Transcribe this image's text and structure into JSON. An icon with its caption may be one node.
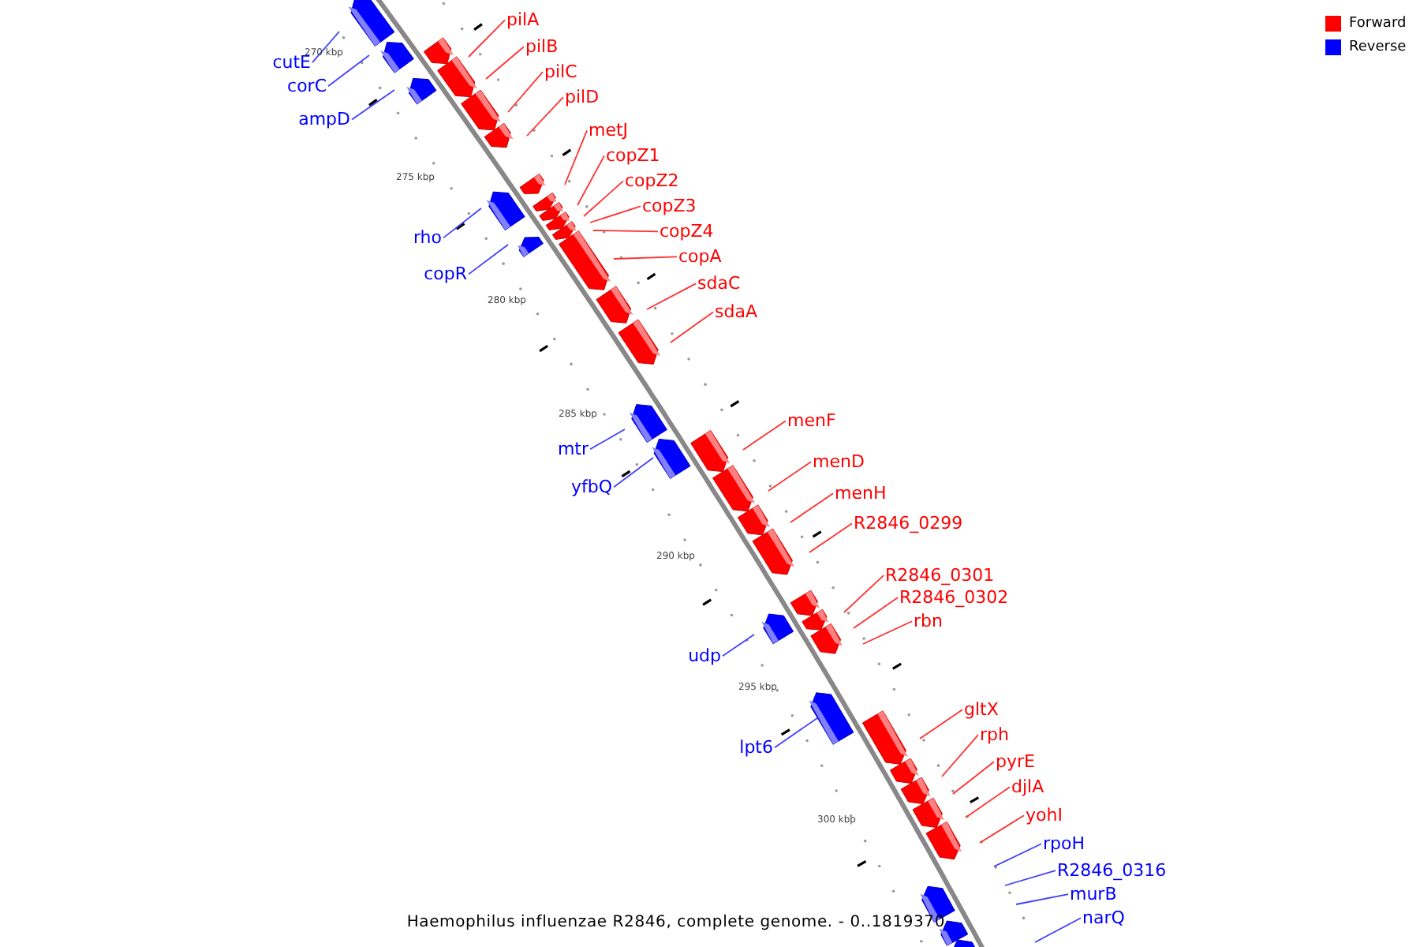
{
  "diagram": {
    "caption": "Haemophilus influenzae R2846, complete genome. - 0..1819370",
    "nodes": [
      {
        "text": [
          "pilA"
        ]
      },
      {
        "text": [
          "pilB"
        ]
      },
      {
        "text": [
          "cutE"
        ]
      },
      {
        "text": [
          "pilC"
        ]
      },
      {
        "text": [
          "corC"
        ]
      },
      {
        "text": [
          "pilD"
        ]
      },
      {
        "text": [
          "ampD"
        ]
      },
      {
        "text": [
          "metJ"
        ]
      },
      {
        "text": [
          "copZ1"
        ]
      },
      {
        "text": [
          "copZ2"
        ]
      },
      {
        "text": [
          "copZ3"
        ]
      },
      {
        "text": [
          "copZ4"
        ]
      },
      {
        "text": [
          "rho"
        ]
      },
      {
        "text": [
          "copA"
        ]
      },
      {
        "text": [
          "copR"
        ]
      },
      {
        "text": [
          "sdaC"
        ]
      },
      {
        "text": [
          "sdaA"
        ]
      },
      {
        "text": [
          "menF"
        ]
      },
      {
        "text": [
          "mtr"
        ]
      },
      {
        "text": [
          "menD"
        ]
      },
      {
        "text": [
          "yfbQ"
        ]
      },
      {
        "text": [
          "menH"
        ]
      },
      {
        "text": [
          "R2846_0299"
        ]
      },
      {
        "text": [
          "R2846_0301"
        ]
      },
      {
        "text": [
          "R2846_0302"
        ]
      },
      {
        "text": [
          "rbn"
        ]
      },
      {
        "text": [
          "udp"
        ]
      },
      {
        "text": [
          "gltX"
        ]
      },
      {
        "text": [
          "rph"
        ]
      },
      {
        "text": [
          "lpt6"
        ]
      },
      {
        "text": [
          "pyrE"
        ]
      },
      {
        "text": [
          "djlA"
        ]
      },
      {
        "text": [
          "yohI"
        ]
      },
      {
        "text": [
          "rpoH"
        ]
      },
      {
        "text": [
          "R2846_0316"
        ]
      },
      {
        "text": [
          "murB"
        ]
      },
      {
        "text": [
          "narQ"
        ]
      }
    ],
    "edges": [
      {
        "from": 0,
        "to": null,
        "arrow": "none"
      },
      {
        "from": 1,
        "to": null,
        "arrow": "none"
      },
      {
        "from": 2,
        "to": null,
        "arrow": "none",
        "color": "#4040ff"
      },
      {
        "from": 3,
        "to": null,
        "arrow": "none"
      },
      {
        "from": 4,
        "to": null,
        "arrow": "none",
        "color": "#4040ff"
      },
      {
        "from": 5,
        "to": null,
        "arrow": "none"
      },
      {
        "from": 6,
        "to": null,
        "arrow": "none",
        "color": "#4040ff"
      },
      {
        "from": 7,
        "to": null,
        "arrow": "none"
      },
      {
        "from": 8,
        "to": null,
        "arrow": "none"
      },
      {
        "from": 9,
        "to": null,
        "arrow": "none"
      },
      {
        "from": 10,
        "to": null,
        "arrow": "none"
      },
      {
        "from": 11,
        "to": null,
        "arrow": "none"
      },
      {
        "from": 12,
        "to": null,
        "arrow": "none",
        "color": "#4040ff"
      },
      {
        "from": 13,
        "to": null,
        "arrow": "none"
      },
      {
        "from": 14,
        "to": null,
        "arrow": "none",
        "color": "#4040ff"
      },
      {
        "from": 15,
        "to": null,
        "arrow": "none"
      },
      {
        "from": 16,
        "to": null,
        "arrow": "none"
      },
      {
        "from": 17,
        "to": null,
        "arrow": "none"
      },
      {
        "from": 18,
        "to": null,
        "arrow": "none",
        "color": "#4040ff"
      },
      {
        "from": 19,
        "to": null,
        "arrow": "none"
      },
      {
        "from": 20,
        "to": null,
        "arrow": "none",
        "color": "#4040ff"
      },
      {
        "from": 21,
        "to": null,
        "arrow": "none"
      },
      {
        "from": 22,
        "to": null,
        "arrow": "none"
      },
      {
        "from": 23,
        "to": null,
        "arrow": "none"
      },
      {
        "from": 24,
        "to": null,
        "arrow": "none"
      },
      {
        "from": 25,
        "to": null,
        "arrow": "none"
      },
      {
        "from": 26,
        "to": null,
        "arrow": "none",
        "color": "#4040ff"
      },
      {
        "from": 27,
        "to": null,
        "arrow": "none"
      },
      {
        "from": 28,
        "to": null,
        "arrow": "none"
      },
      {
        "from": 29,
        "to": null,
        "arrow": "none",
        "color": "#4040ff"
      },
      {
        "from": 30,
        "to": null,
        "arrow": "none"
      },
      {
        "from": 31,
        "to": null,
        "arrow": "none"
      },
      {
        "from": 32,
        "to": null,
        "arrow": "none"
      },
      {
        "from": 33,
        "to": null,
        "arrow": "none",
        "color": "#4040ff"
      },
      {
        "from": 34,
        "to": null,
        "arrow": "none",
        "color": "#4040ff"
      },
      {
        "from": 35,
        "to": null,
        "arrow": "none",
        "color": "#4040ff"
      },
      {
        "from": 36,
        "to": null,
        "arrow": "none",
        "color": "#4040ff"
      }
    ],
    "labels": [
      "270 kbp",
      "275 kbp",
      "280 kbp",
      "285 kbp",
      "290 kbp",
      "295 kbp",
      "300 kbp"
    ],
    "legend": [
      {
        "text": "Forward",
        "color": "#ff0000"
      },
      {
        "text": "Reverse",
        "color": "#0000ff"
      }
    ]
  }
}
